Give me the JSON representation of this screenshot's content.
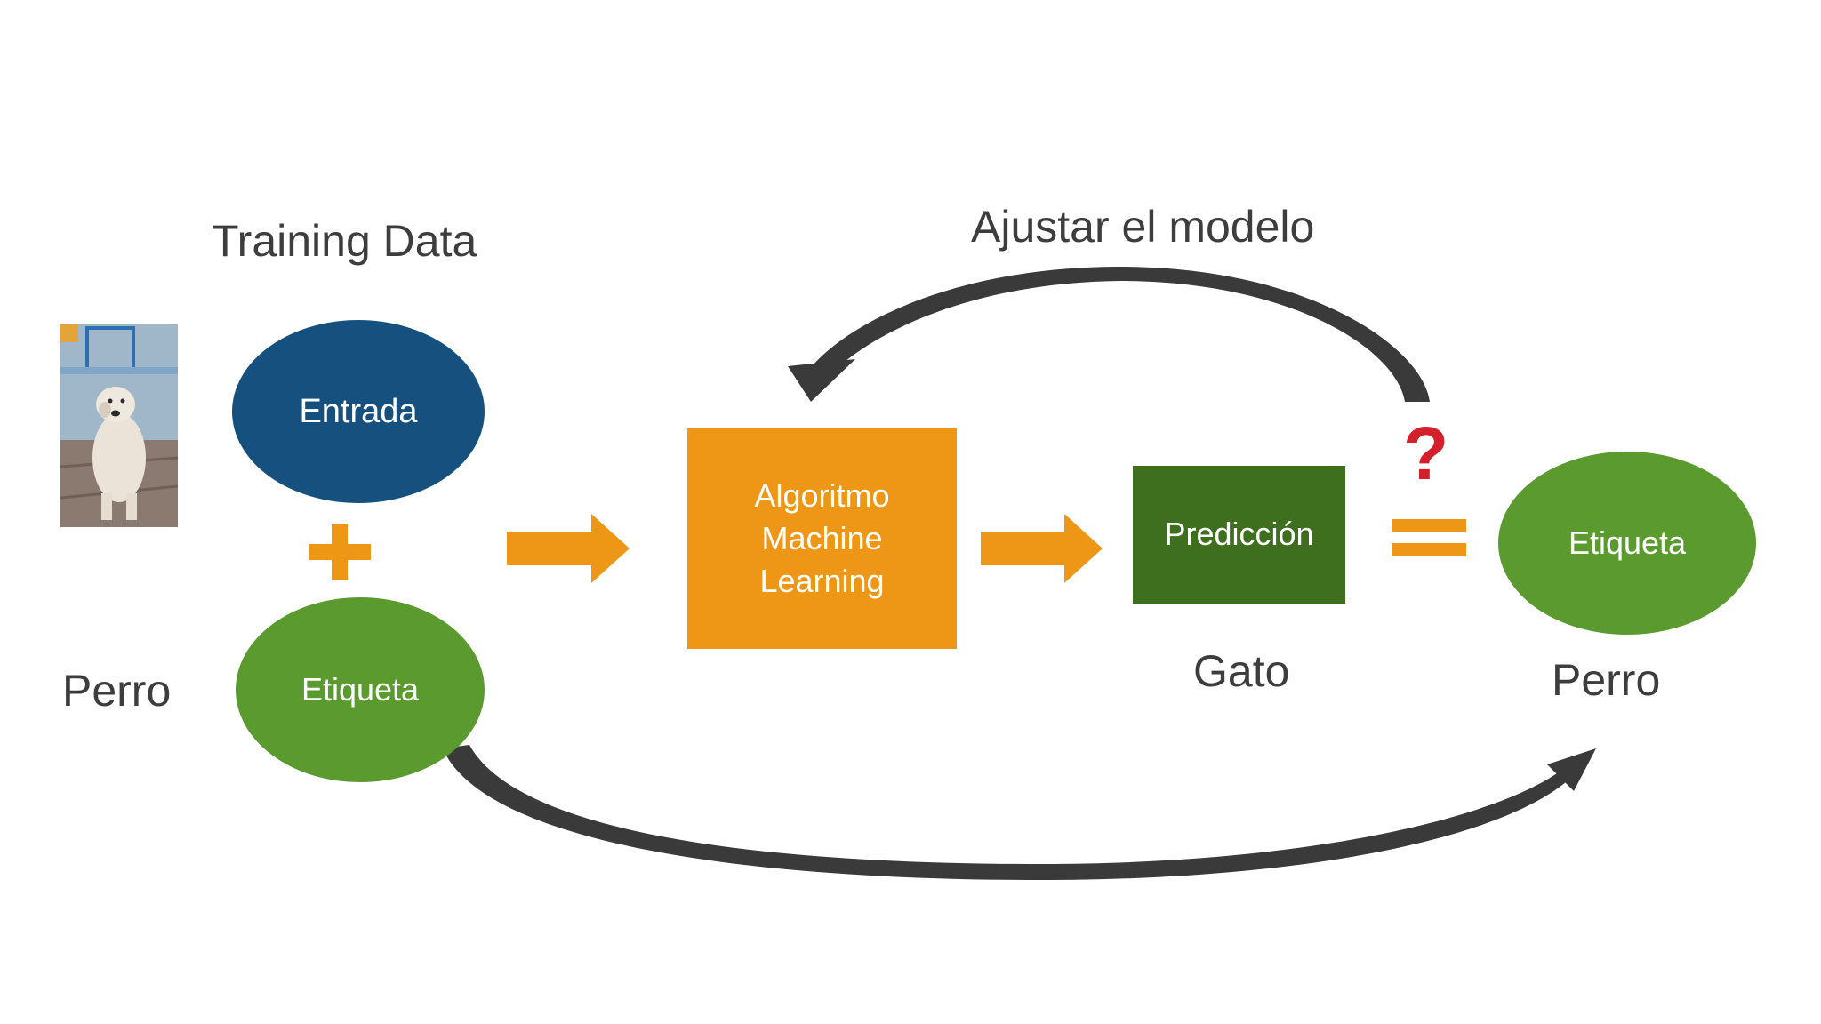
{
  "diagram": {
    "training_data_label": "Training Data",
    "adjust_label": "Ajustar el modelo",
    "input_node": "Entrada",
    "label_node_left": "Etiqueta",
    "algorithm_lines": [
      "Algoritmo",
      "Machine",
      "Learning"
    ],
    "prediction_node": "Predicción",
    "label_node_right": "Etiqueta",
    "perro_left": "Perro",
    "gato": "Gato",
    "perro_right": "Perro",
    "question_mark": "?",
    "plus_symbol": "+",
    "equals_symbol": "="
  },
  "colors": {
    "navy": "#16507f",
    "green": "#5a9a2e",
    "dark_green": "#3e6f1f",
    "orange": "#ee9717",
    "arrow_gray": "#3a3a3a",
    "question_red": "#d4202a"
  }
}
